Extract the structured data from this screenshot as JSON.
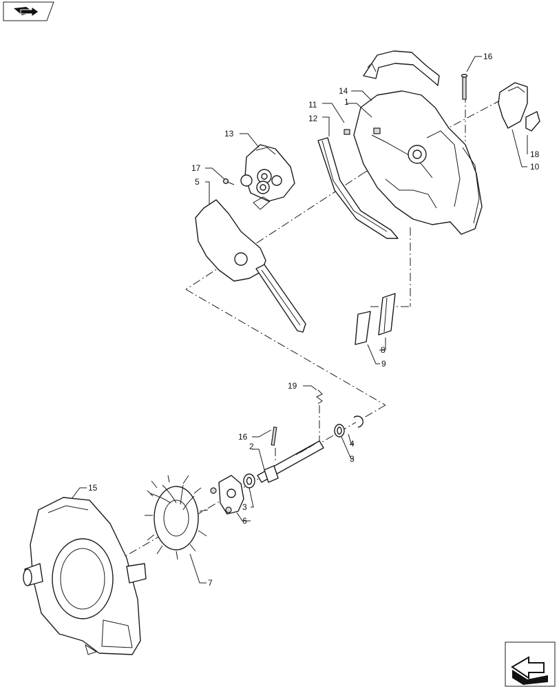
{
  "callouts": {
    "c1": "1",
    "c2": "2",
    "c3a": "3",
    "c3b": "3",
    "c4": "4",
    "c5": "5",
    "c6": "6",
    "c7": "7",
    "c8": "8",
    "c9": "9",
    "c10": "10",
    "c11": "11",
    "c12": "12",
    "c13": "13",
    "c14": "14",
    "c15": "15",
    "c16a": "16",
    "c16b": "16",
    "c17": "17",
    "c18": "18",
    "c19": "19"
  },
  "icons": {
    "top_left": "book-arrow-icon",
    "bottom_right": "next-page-arrow-icon"
  }
}
